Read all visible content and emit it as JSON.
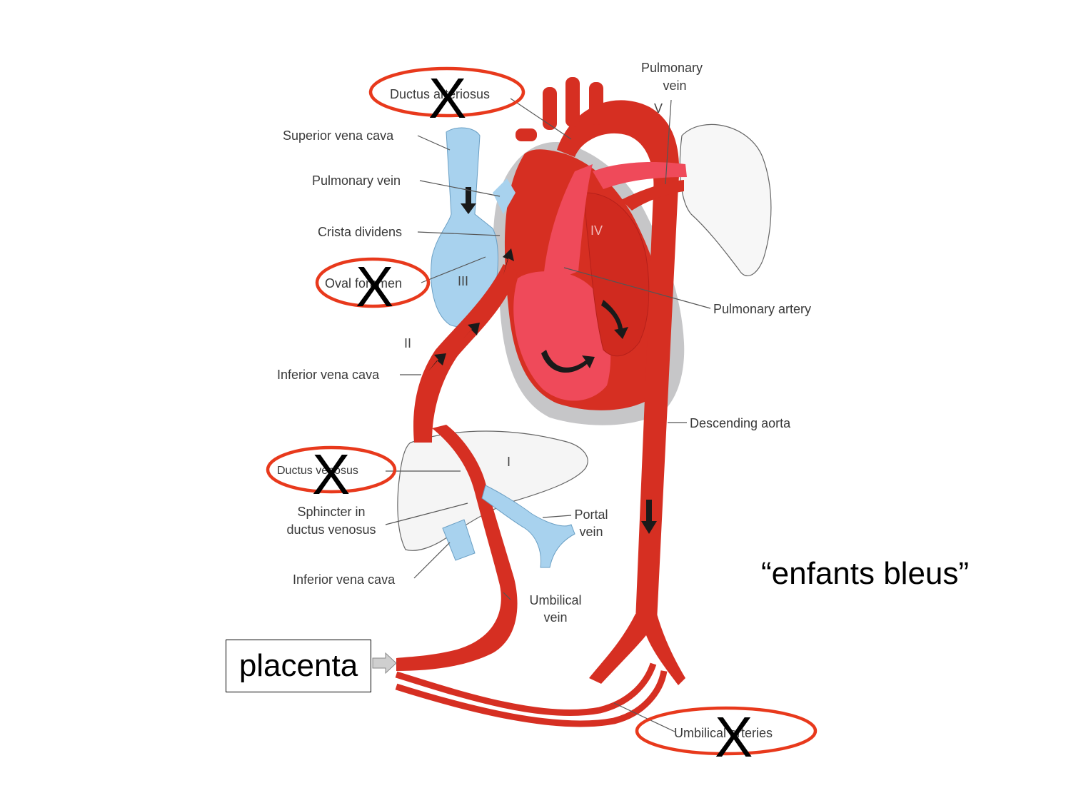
{
  "labels": {
    "ductus_arteriosus": "Ductus arteriosus",
    "superior_vena_cava": "Superior vena cava",
    "pulmonary_vein_left": "Pulmonary vein",
    "crista_dividens": "Crista dividens",
    "oval_foramen": "Oval foramen",
    "inferior_vena_cava_upper": "Inferior vena cava",
    "ductus_venosus": "Ductus venosus",
    "sphincter_line1": "Sphincter in",
    "sphincter_line2": "ductus venosus",
    "inferior_vena_cava_lower": "Inferior vena cava",
    "umbilical_vein_line1": "Umbilical",
    "umbilical_vein_line2": "vein",
    "pulmonary_vein_top_line1": "Pulmonary",
    "pulmonary_vein_top_line2": "vein",
    "pulmonary_artery": "Pulmonary artery",
    "descending_aorta": "Descending aorta",
    "portal_vein_line1": "Portal",
    "portal_vein_line2": "vein",
    "umbilical_arteries": "Umbilical arteries"
  },
  "numerals": {
    "I": "I",
    "II": "II",
    "III": "III",
    "IV": "IV",
    "V": "V"
  },
  "marks": {
    "x": "X"
  },
  "placenta": "placenta",
  "caption": "“enfants bleus”",
  "colors": {
    "artery_red": "#d62f22",
    "heart_red": "#e8283a",
    "pink": "#ef4a5a",
    "vein_blue": "#a8d2ee",
    "pericardium_grey": "#c6c6c8",
    "circle_red": "#e8391c"
  }
}
